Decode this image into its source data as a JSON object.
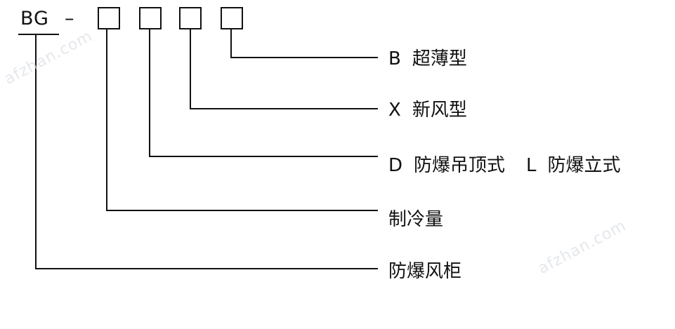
{
  "model": {
    "prefix": "BG",
    "separator": "–"
  },
  "labels": {
    "ultra_thin": {
      "code": "B",
      "text": "超薄型"
    },
    "fresh_air": {
      "code": "X",
      "text": "新风型"
    },
    "install": {
      "code1": "D",
      "text1": "防爆吊顶式",
      "code2": "L",
      "text2": "防爆立式"
    },
    "capacity": {
      "text": "制冷量"
    },
    "product": {
      "text": "防爆风柜"
    }
  },
  "watermark": {
    "text": "afzhan.com"
  },
  "colors": {
    "line": "#111111",
    "box": "#111111",
    "watermark": "#d9dde3"
  }
}
